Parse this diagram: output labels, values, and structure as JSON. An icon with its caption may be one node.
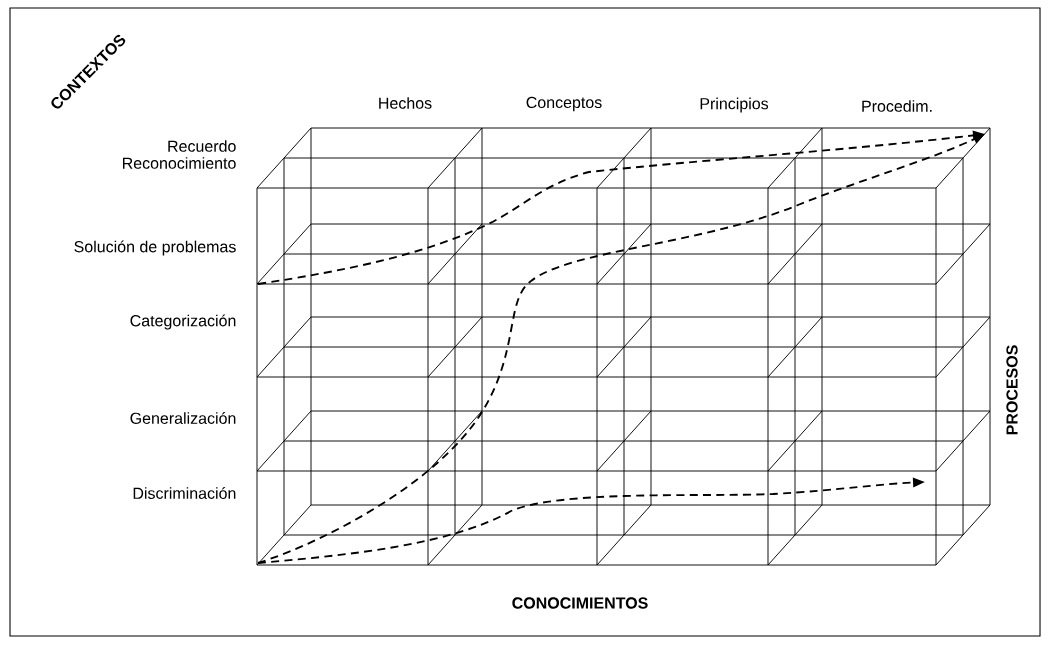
{
  "diagram": {
    "labels": [
      "CONTEXTOS",
      "Hechos",
      "Conceptos",
      "Principios",
      "Procedim.",
      "Recuerdo",
      "Reconocimiento",
      "Solución de problemas",
      "Categorización",
      "PROCESOS",
      "Generalización",
      "Discriminación",
      "CONOCIMIENTOS"
    ]
  }
}
